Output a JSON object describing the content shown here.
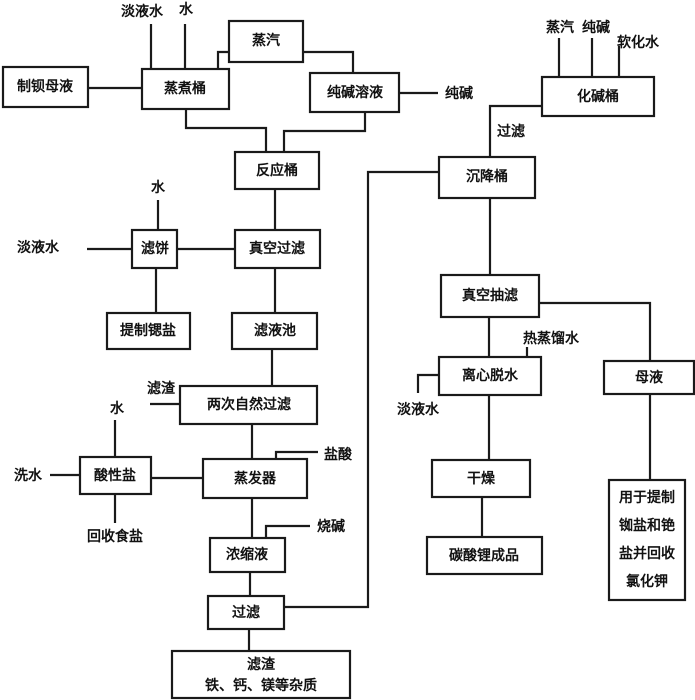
{
  "nodes": {
    "barium_mother_liquor": "制钡母液",
    "cooking_tank": "蒸煮桶",
    "steam": "蒸汽",
    "soda_solution": "纯碱溶液",
    "reaction_tank": "反应桶",
    "vacuum_filter": "真空过滤",
    "filter_cake": "滤饼",
    "strontium_salt": "提制锶盐",
    "filtrate_pool": "滤液池",
    "double_natural_filter": "两次自然过滤",
    "evaporator": "蒸发器",
    "acid_salt": "酸性盐",
    "concentrate": "浓缩液",
    "filter": "过滤",
    "residue_line1": "滤渣",
    "residue_line2": "铁、钙、镁等杂质",
    "alkali_tank": "化碱桶",
    "settling_tank": "沉降桶",
    "vacuum_suction_filter": "真空抽滤",
    "centrifugal_dewater": "离心脱水",
    "mother_liquor": "母液",
    "drying": "干燥",
    "lithium_carbonate_product": "碳酸锂成品",
    "recovery_line1": "用于提制",
    "recovery_line2": "铷盐和铯",
    "recovery_line3": "盐并回收",
    "recovery_line4": "氯化钾"
  },
  "labels": {
    "dilute_water_top": "淡液水",
    "water_top": "水",
    "soda_ash": "纯碱",
    "water_cake": "水",
    "dilute_water_left": "淡液水",
    "filter_residue": "滤渣",
    "water_acid": "水",
    "wash_water": "洗水",
    "recover_salt": "回收食盐",
    "hydrochloric_acid": "盐酸",
    "caustic_soda": "烧碱",
    "steam_right": "蒸汽",
    "soda_right": "纯碱",
    "softened_water": "软化水",
    "filtering": "过滤",
    "hot_distilled_water": "热蒸馏水",
    "dilute_water_right": "淡液水"
  }
}
